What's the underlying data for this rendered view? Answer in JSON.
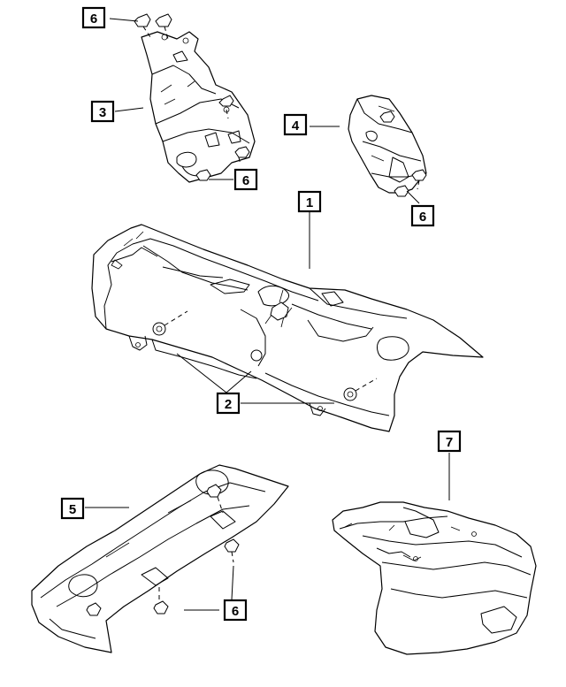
{
  "callouts": {
    "c1": "1",
    "c2": "2",
    "c3": "3",
    "c4": "4",
    "c5": "5",
    "c6_top": "6",
    "c6_mid": "6",
    "c6_right": "6",
    "c6_bottom": "6",
    "c7": "7"
  }
}
